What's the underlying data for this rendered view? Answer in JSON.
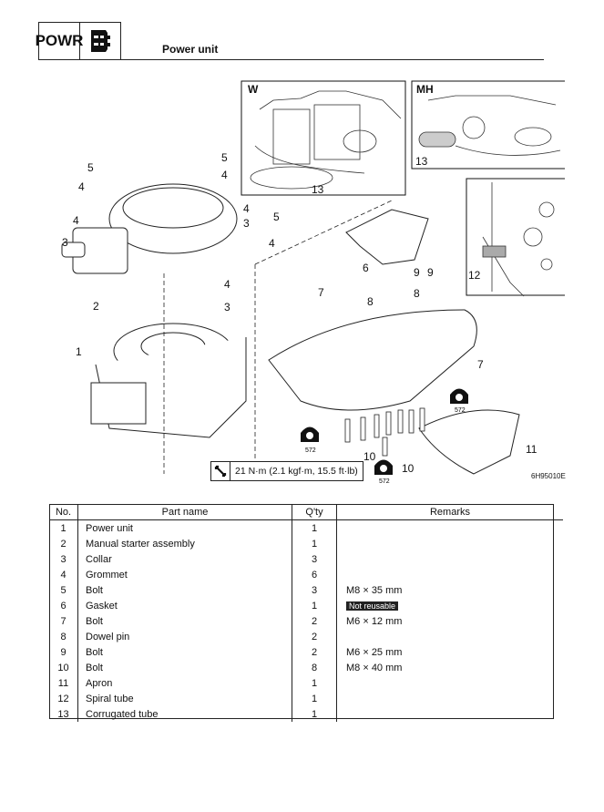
{
  "header": {
    "section_code": "POWR",
    "section_icon": "power-unit-icon",
    "title": "Power unit"
  },
  "diagram": {
    "inset_labels": {
      "w": "W",
      "mh": "MH"
    },
    "callouts": [
      "1",
      "2",
      "3",
      "4",
      "5",
      "6",
      "7",
      "8",
      "9",
      "10",
      "11",
      "12",
      "13"
    ],
    "sealant_label": "LT",
    "sealant_code": "572",
    "torque_spec": "21 N·m (2.1 kgf·m, 15.5 ft·lb)",
    "figure_code": "6H95010E"
  },
  "table": {
    "headers": {
      "no": "No.",
      "name": "Part name",
      "qty": "Q'ty",
      "remarks": "Remarks"
    },
    "rows": [
      {
        "no": "1",
        "name": "Power unit",
        "qty": "1",
        "remarks": ""
      },
      {
        "no": "2",
        "name": "Manual starter assembly",
        "qty": "1",
        "remarks": ""
      },
      {
        "no": "3",
        "name": "Collar",
        "qty": "3",
        "remarks": ""
      },
      {
        "no": "4",
        "name": "Grommet",
        "qty": "6",
        "remarks": ""
      },
      {
        "no": "5",
        "name": "Bolt",
        "qty": "3",
        "remarks": "M8 × 35 mm"
      },
      {
        "no": "6",
        "name": "Gasket",
        "qty": "1",
        "remarks": "Not reusable",
        "remarks_highlight": true
      },
      {
        "no": "7",
        "name": "Bolt",
        "qty": "2",
        "remarks": "M6 × 12 mm"
      },
      {
        "no": "8",
        "name": "Dowel pin",
        "qty": "2",
        "remarks": ""
      },
      {
        "no": "9",
        "name": "Bolt",
        "qty": "2",
        "remarks": "M6 × 25 mm"
      },
      {
        "no": "10",
        "name": "Bolt",
        "qty": "8",
        "remarks": "M8 × 40 mm"
      },
      {
        "no": "11",
        "name": "Apron",
        "qty": "1",
        "remarks": ""
      },
      {
        "no": "12",
        "name": "Spiral tube",
        "qty": "1",
        "remarks": ""
      },
      {
        "no": "13",
        "name": "Corrugated tube",
        "qty": "1",
        "remarks": ""
      }
    ]
  }
}
